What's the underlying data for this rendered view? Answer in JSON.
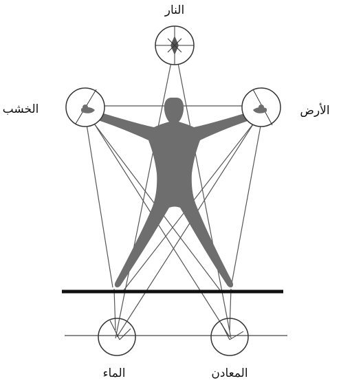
{
  "elements": {
    "fire": "النار",
    "wood": "الخشب",
    "earth": "الأرض",
    "water": "الماء",
    "metal": "المعادن"
  },
  "colors": {
    "figure": "#6e6e6e",
    "lines": "#555555",
    "circles": "#333333",
    "ground": "#111111",
    "background": "#ffffff"
  },
  "icons": {
    "element_marker": "circle-with-crosshair-icon"
  }
}
